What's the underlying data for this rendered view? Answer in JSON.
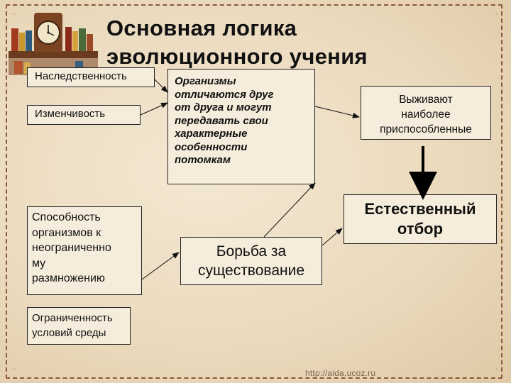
{
  "title": "Основная логика\nэволюционного учения",
  "nodes": {
    "heredity": "Наследственность",
    "variability": "Изменчивость",
    "organisms": "Организмы\nотличаются друг\nот друга и могут\nпередавать свои\nхарактерные\nособенности\nпотомкам",
    "survive": "Выживают\nнаиболее\nприспособленные",
    "reproduction": "Способность\nорганизмов к\nнеограниченно\nму\nразмножению",
    "limits": "Ограниченность\nусловий среды",
    "struggle": "Борьба за\nсуществование",
    "selection": "Естественный\nотбор"
  },
  "watermark": "http://aida.ucoz.ru",
  "colors": {
    "background": "#ecdcc1",
    "box_fill": "#f5ecdb",
    "frame": "#8a5a3a",
    "ink": "#111111"
  },
  "icons": [
    "antique-clock-icon",
    "bookshelf-icon"
  ]
}
